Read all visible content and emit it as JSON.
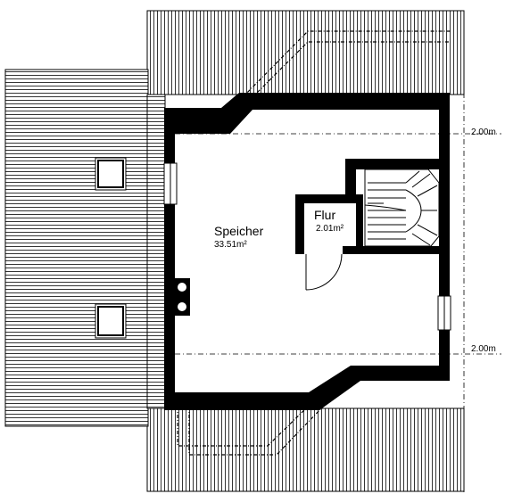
{
  "rooms": [
    {
      "name": "Speicher",
      "area": "33.51m²"
    },
    {
      "name": "Flur",
      "area": "2.01m²"
    }
  ],
  "dimensions": [
    {
      "label": "2.00m"
    },
    {
      "label": "2.00m"
    }
  ],
  "colors": {
    "wall": "#000000",
    "roof_hatch": "#000000",
    "background": "#ffffff"
  }
}
